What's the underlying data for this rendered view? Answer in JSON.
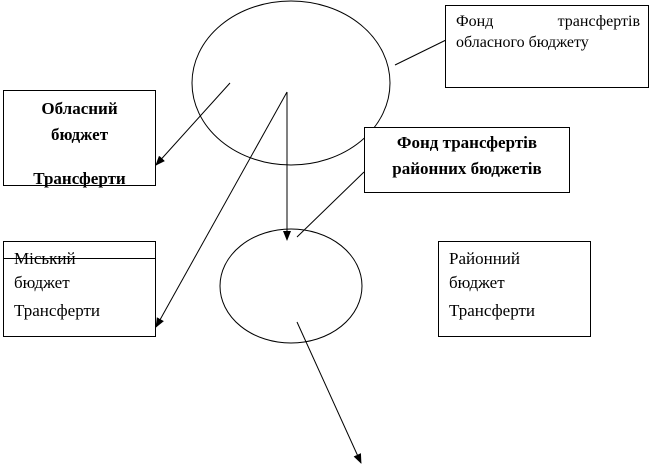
{
  "oblast_fund": {
    "line1_word1": "Фонд",
    "line1_word2": "трансфертів",
    "line2": "обласного бюджету"
  },
  "oblast_budget": {
    "line1": "Обласний",
    "line2": "бюджет",
    "line3": "Трансферти"
  },
  "district_fund": {
    "line1": "Фонд трансфертів",
    "line2": "районних бюджетів"
  },
  "city_budget": {
    "line1": "Міський",
    "line2": "бюджет",
    "line3": "Трансферти"
  },
  "district_budget": {
    "line1": "Районний",
    "line2": "бюджет",
    "line3": "Трансферти"
  }
}
